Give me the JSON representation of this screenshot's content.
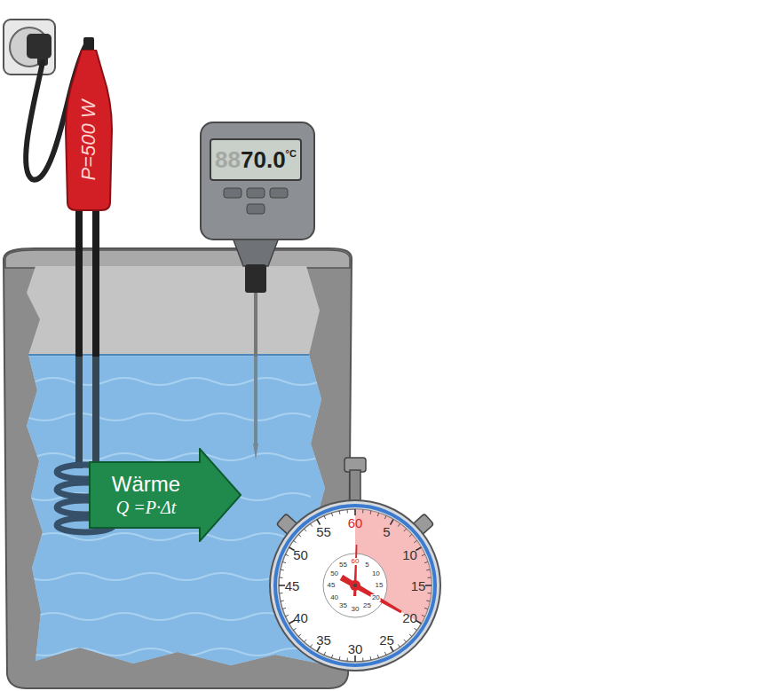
{
  "diagram": {
    "nodes": [
      {
        "text": [
          "P=500 W"
        ]
      },
      {
        "text": [
          "88",
          "70.0",
          "°C"
        ]
      },
      {
        "text": [
          "Wärme",
          "Q =P·Δt"
        ]
      }
    ],
    "labels": [
      "60",
      "5",
      "10",
      "15",
      "20",
      "25",
      "30",
      "35",
      "40",
      "45",
      "50",
      "55",
      "60",
      "5",
      "10",
      "15",
      "20",
      "25",
      "30",
      "35",
      "40",
      "45",
      "50",
      "55"
    ]
  }
}
